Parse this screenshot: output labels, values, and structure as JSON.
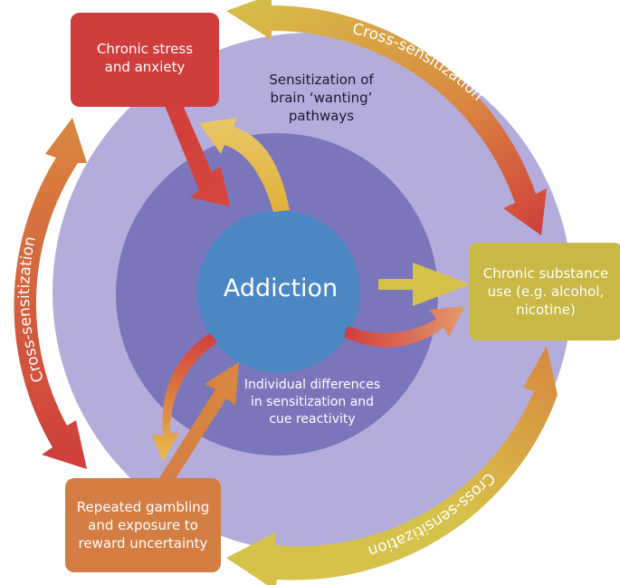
{
  "center_label": "Addiction",
  "inner_label": "Individual differences\nin sensitization and\ncue reactivity",
  "ring_label": "Sensitization of\nbrain ‘wanting’\npathways",
  "boxes": {
    "stress": "Chronic stress\nand anxiety",
    "substance": "Chronic substance\nuse (e.g. alcohol,\nnicotine)",
    "gambling": "Repeated gambling\nand exposure to\nreward uncertainty"
  },
  "outer_arrows": {
    "top_right": "Cross-sensitization",
    "left": "Cross-sensitization",
    "bottom_right": "Cross-sensitization"
  },
  "colors": {
    "outer_disc": "#b4addc",
    "inner_disc": "#7b76bb",
    "core": "#4b86c5",
    "stress_box": "#cf3d3c",
    "substance_box": "#c9b845",
    "gambling_box": "#d37d43",
    "arrow_red": "#cf3d3c",
    "arrow_orange": "#d9873f",
    "arrow_yellow": "#d6c24a"
  }
}
